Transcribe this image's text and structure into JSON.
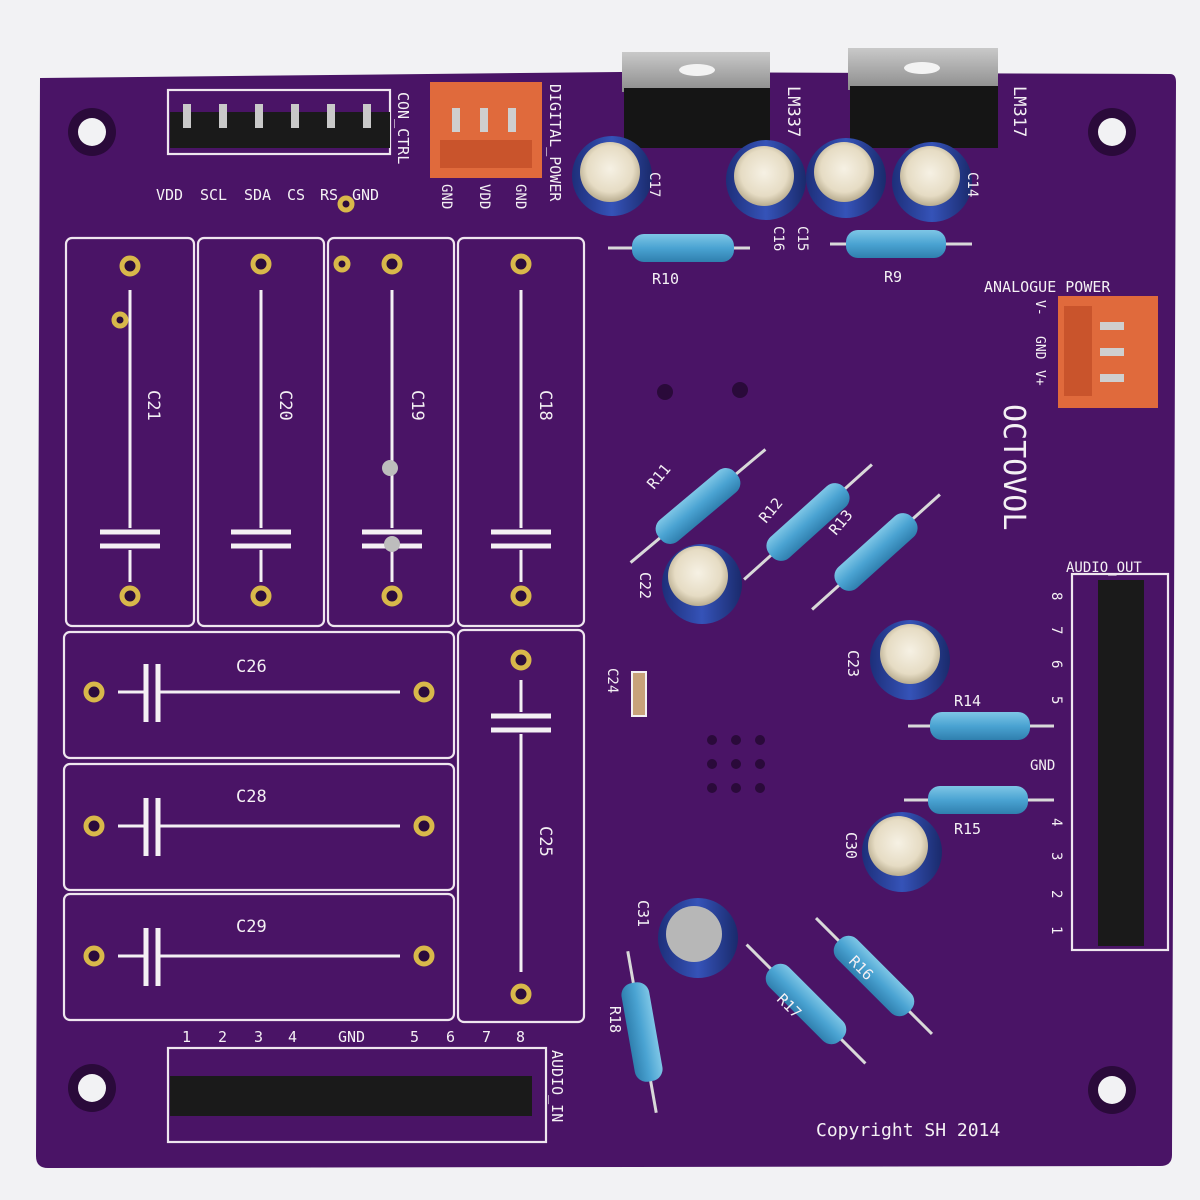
{
  "board": {
    "title": "OCTOVOL",
    "copyright": "Copyright SH 2014",
    "colors": {
      "pcb": "#4a1466",
      "silkscreen": "#f4f0f4",
      "pad_gold": "#d8b84a",
      "connector_orange": "#e06a3c",
      "background": "#f2f2f4"
    }
  },
  "headers": {
    "control": {
      "label": "CON_CTRL",
      "pins": [
        "VDD",
        "SCL",
        "SDA",
        "CS",
        "RS",
        "GND"
      ]
    },
    "digital_power": {
      "label": "DIGITAL_POWER",
      "pins": [
        "GND",
        "VDD",
        "GND"
      ]
    },
    "analogue_power": {
      "label": "ANALOGUE POWER",
      "pins": [
        "V-",
        "GND",
        "V+"
      ]
    },
    "audio_out": {
      "label": "AUDIO_OUT",
      "pins": [
        "8",
        "7",
        "6",
        "5",
        "GND",
        "4",
        "3",
        "2",
        "1"
      ]
    },
    "audio_in": {
      "label": "AUDIO_IN",
      "pins": [
        "1",
        "2",
        "3",
        "4",
        "GND",
        "5",
        "6",
        "7",
        "8"
      ]
    }
  },
  "regulators": [
    {
      "ref": "LM337"
    },
    {
      "ref": "LM317"
    }
  ],
  "capacitors": {
    "film": [
      "C21",
      "C20",
      "C19",
      "C18",
      "C26",
      "C28",
      "C29",
      "C25"
    ],
    "smd": "C24",
    "electrolytic": [
      "C17",
      "C16",
      "C15",
      "C14",
      "C22",
      "C23",
      "C30",
      "C31"
    ]
  },
  "resistors": [
    "R10",
    "R9",
    "R11",
    "R12",
    "R13",
    "R14",
    "R15",
    "R16",
    "R17",
    "R18"
  ]
}
